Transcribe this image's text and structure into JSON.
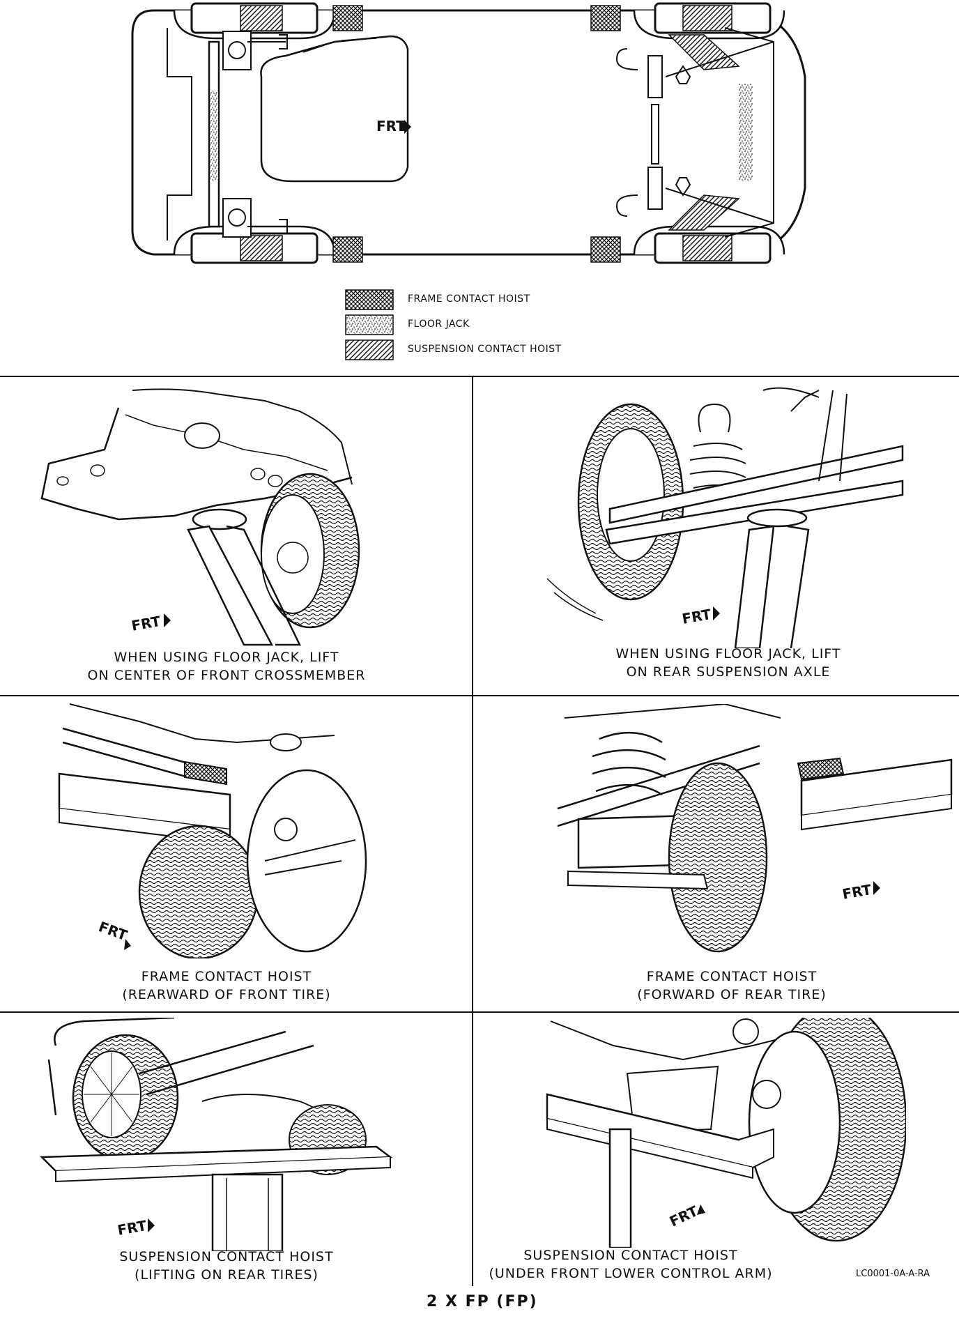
{
  "top_view": {
    "direction_label": "FRT"
  },
  "legend": {
    "items": [
      {
        "label": "FRAME CONTACT HOIST",
        "pattern": "crosshatch-dense"
      },
      {
        "label": "FLOOR JACK",
        "pattern": "stipple"
      },
      {
        "label": "SUSPENSION CONTACT HOIST",
        "pattern": "diagonal-hatch"
      }
    ]
  },
  "panels": [
    {
      "direction_label": "FRT",
      "caption_line1": "WHEN USING FLOOR JACK, LIFT",
      "caption_line2": "ON CENTER OF FRONT CROSSMEMBER"
    },
    {
      "direction_label": "FRT",
      "caption_line1": "WHEN USING FLOOR JACK, LIFT",
      "caption_line2": "ON REAR SUSPENSION AXLE"
    },
    {
      "direction_label": "FRT",
      "caption_line1": "FRAME CONTACT HOIST",
      "caption_line2": "(REARWARD OF FRONT TIRE)"
    },
    {
      "direction_label": "FRT",
      "caption_line1": "FRAME CONTACT HOIST",
      "caption_line2": "(FORWARD OF REAR TIRE)"
    },
    {
      "direction_label": "FRT",
      "caption_line1": "SUSPENSION CONTACT HOIST",
      "caption_line2": "(LIFTING ON REAR TIRES)"
    },
    {
      "direction_label": "FRT",
      "caption_line1": "SUSPENSION CONTACT HOIST",
      "caption_line2": "(UNDER FRONT LOWER CONTROL ARM)"
    }
  ],
  "figure_code": "LC0001-0A-A-RA",
  "footer": "2 X FP (FP)"
}
